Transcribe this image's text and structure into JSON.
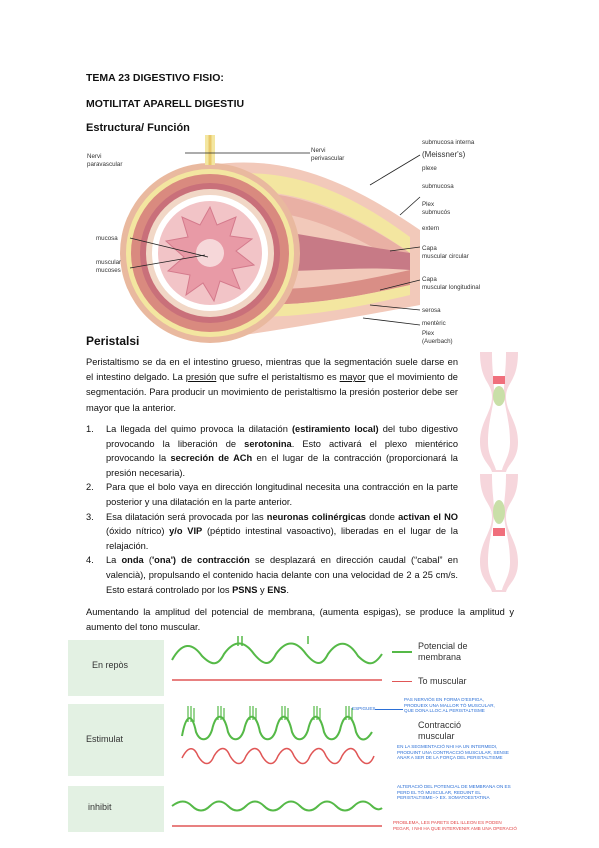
{
  "heading1": "TEMA 23 DIGESTIVO FISIO:",
  "heading2": "MOTILITAT APARELL DIGESTIU",
  "heading3": "Estructura/ Función",
  "anatomy_labels": {
    "nervi_paravascular": [
      "Nervi",
      "paravascular"
    ],
    "nervi_perivascular": [
      "Nervi",
      "perivascular"
    ],
    "submucosa_interna": "submucosa interna",
    "meissner": "(Meissner's)",
    "plexe": "plexe",
    "submucosa": "submucosa",
    "plex_submucos": [
      "Plex",
      "submucós"
    ],
    "extern": "extern",
    "mucosa": "mucosa",
    "muscular_mucoses": [
      "muscular",
      "mucoses"
    ],
    "capa_circular": [
      "Capa",
      "muscular circular"
    ],
    "capa_longitudinal": [
      "Capa",
      "muscular longitudinal"
    ],
    "serosa": "serosa",
    "mesenteric": "mentèric",
    "plex_auerbach": [
      "Plex",
      "(Auerbach)"
    ]
  },
  "heading4": "Peristalsi",
  "intro": {
    "p1": "Peristaltismo se da en el intestino grueso, mientras que la segmentación suele darse en el intestino delgado. La ",
    "u1": "presión",
    "p2": " que sufre el peristaltismo es ",
    "u2": "mayor",
    "p3": " que el movimiento de segmentación. Para producir un movimiento de peristaltismo la presión posterior debe ser mayor que la anterior."
  },
  "list": [
    {
      "num": "1.",
      "a": "La llegada del quimo provoca la dilatación ",
      "b": "(estiramiento local)",
      "c": " del tubo digestivo provocando la liberación de ",
      "d": "serotonina",
      "e": ". Esto activará el plexo mientérico provocando la ",
      "f": "secreción de ACh",
      "g": " en el lugar de la contracción (proporcionará la presión necesaria)."
    },
    {
      "num": "2.",
      "text": "Para que el bolo vaya en dirección longitudinal necesita una contracción en la parte posterior y una dilatación en la parte anterior."
    },
    {
      "num": "3.",
      "a": "Esa dilatación será provocada por las ",
      "b": "neuronas colinérgicas",
      "c": " donde ",
      "d": "activan el NO",
      "e": " (óxido nítrico) ",
      "f": "y/o VIP",
      "g": " (péptido intestinal vasoactivo), liberadas en el lugar de la relajación."
    },
    {
      "num": "4.",
      "a": "La ",
      "b": "onda",
      "c": " (",
      "d": "'ona') de contracción",
      "e": " se desplazará en dirección caudal (“cabal” en valencià), propulsando el contenido hacia delante con una velocidad de 2 a 25 cm/s. Esto estará controlado por los ",
      "f": "PSNS",
      "g": " y ",
      "h": "ENS",
      "i": "."
    }
  ],
  "closing": "Aumentando la amplitud del potencial de membrana, (aumenta espigas), se produce la amplitud y aumento del tono muscular.",
  "graph": {
    "panels": [
      "En repòs",
      "Estimulat",
      "inhibit"
    ],
    "legend_potencial": [
      "Potencial de",
      "membrana"
    ],
    "legend_tono": "To muscular",
    "espigues": "ESPIGUES",
    "contraccio": [
      "Contracció",
      "muscular"
    ],
    "note_blue1": [
      "PAS NERVIÓS EN FORMA D'ESPIGA,",
      "PRODUEIX UNA MALLOR TÓ MUSCULAR,",
      "QUE DONA LLOC AL PERISTALTISME"
    ],
    "note_blue2": [
      "EN LA SEGMENTACIÓ NHI HA UN INTERMEDI,",
      "PRODUINT UNA CONTRACCIÓ MUSCULAR, SENSE",
      "ANAR A SER DE LA FORÇA DEL PERISTALTISME"
    ],
    "note_blue3": [
      "ALTERACIÓ DEL POTENCIAL DE MEMBRANA ON ES",
      "PERD EL TÓ MUSCULAR, REDUINT EL",
      "PERISTALTISME--> EX. SOMATOESTATINA"
    ],
    "note_red": [
      "PROBLEMA, LES PARETS DEL ILLEON ES PODEN",
      "PEGAR, I NHI HA QUE INTERVENIR AMB UNA OPERACIÓ"
    ]
  },
  "colors": {
    "green_panel": "#e3f1e3",
    "wave_green": "#55b947",
    "wave_red": "#e05656",
    "note_blue": "#2b6fd6"
  }
}
